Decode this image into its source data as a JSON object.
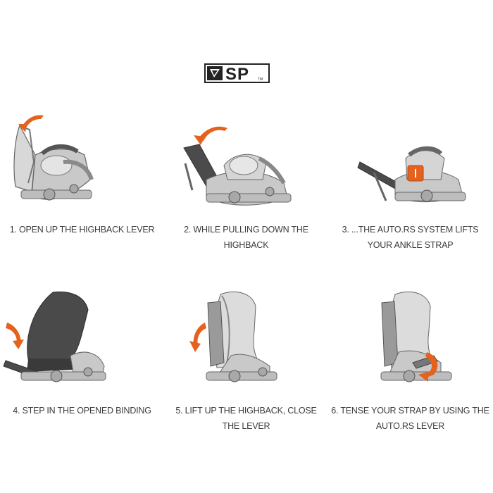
{
  "brand": {
    "logo_text": "SP",
    "trademark": "TM"
  },
  "steps": [
    {
      "caption": "1. OPEN UP THE HIGHBACK LEVER"
    },
    {
      "caption": "2. WHILE PULLING DOWN THE HIGHBACK"
    },
    {
      "caption": "3. ...THE AUTO.RS SYSTEM LIFTS YOUR ANKLE STRAP"
    },
    {
      "caption": "4. STEP IN THE OPENED BINDING"
    },
    {
      "caption": "5. LIFT UP THE HIGHBACK, CLOSE THE LEVER"
    },
    {
      "caption": "6. TENSE YOUR STRAP BY USING THE AUTO.RS LEVER"
    }
  ],
  "colors": {
    "accent": "#e5621e",
    "dark": "#4a4a4a",
    "light": "#c8c8c8"
  }
}
